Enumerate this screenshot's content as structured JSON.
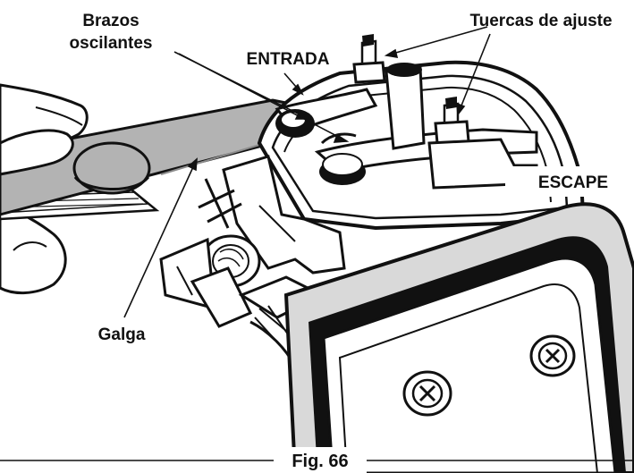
{
  "labels": {
    "rocker_arms_line1": "Brazos",
    "rocker_arms_line2": "oscilantes",
    "intake": "ENTRADA",
    "adjusting_nuts": "Tuercas de ajuste",
    "exhaust": "ESCAPE",
    "feeler_gauge": "Galga"
  },
  "caption": "Fig. 66",
  "colors": {
    "ink": "#111111",
    "gauge": "#b3b3b3",
    "gauge_dark": "#8c8c8c",
    "cover": "#d9d9d9",
    "paper": "#ffffff"
  }
}
